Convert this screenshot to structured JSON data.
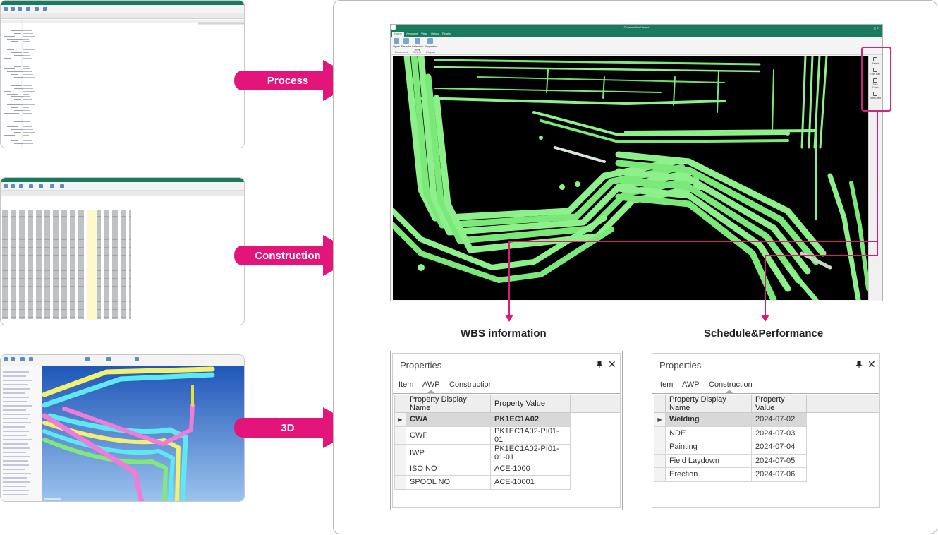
{
  "flow": {
    "process_label": "Process",
    "construction_label": "Construction",
    "threed_label": "3D"
  },
  "colors": {
    "accent_magenta": "#e3157a",
    "app_green": "#1a7a5e",
    "pipe_green": "#8ef08a",
    "highlight_box": "#c8287a"
  },
  "viewer": {
    "title": "Construction Viewer",
    "tabs": [
      "Home",
      "Viewpoint",
      "View",
      "Output",
      "Plugins"
    ],
    "ribbon_buttons": [
      "Open",
      "Save As",
      "Selection Tree",
      "Properties"
    ],
    "ribbon_groups": [
      "Document",
      "Select",
      "Display"
    ],
    "side_buttons": [
      "Select",
      "Turn Pan",
      "Turn Zoom",
      "Turn Orbit"
    ]
  },
  "wbs": {
    "heading": "WBS information",
    "panel_title": "Properties",
    "tabs": [
      "Item",
      "AWP",
      "Construction"
    ],
    "active_tab": "AWP",
    "columns": [
      "Property Display Name",
      "Property Value"
    ],
    "rows": [
      {
        "name": "CWA",
        "value": "PK1EC1A02"
      },
      {
        "name": "CWP",
        "value": "PK1EC1A02-PI01-01"
      },
      {
        "name": "IWP",
        "value": "PK1EC1A02-PI01-01-01"
      },
      {
        "name": "ISO NO",
        "value": "ACE-1000"
      },
      {
        "name": "SPOOL NO",
        "value": "ACE-10001"
      }
    ]
  },
  "schedule": {
    "heading": "Schedule&Performance",
    "panel_title": "Properties",
    "tabs": [
      "Item",
      "AWP",
      "Construction"
    ],
    "active_tab": "Construction",
    "columns": [
      "Property Display Name",
      "Property Value"
    ],
    "rows": [
      {
        "name": "Welding",
        "value": "2024-07-02"
      },
      {
        "name": "NDE",
        "value": "2024-07-03"
      },
      {
        "name": "Painting",
        "value": "2024-07-04"
      },
      {
        "name": "Field Laydown",
        "value": "2024-07-05"
      },
      {
        "name": "Erection",
        "value": "2024-07-06"
      }
    ]
  },
  "icons": {
    "arrow": "arrow-right-icon",
    "pin": "pin-icon",
    "close": "close-icon",
    "row_pointer": "row-pointer-icon"
  }
}
